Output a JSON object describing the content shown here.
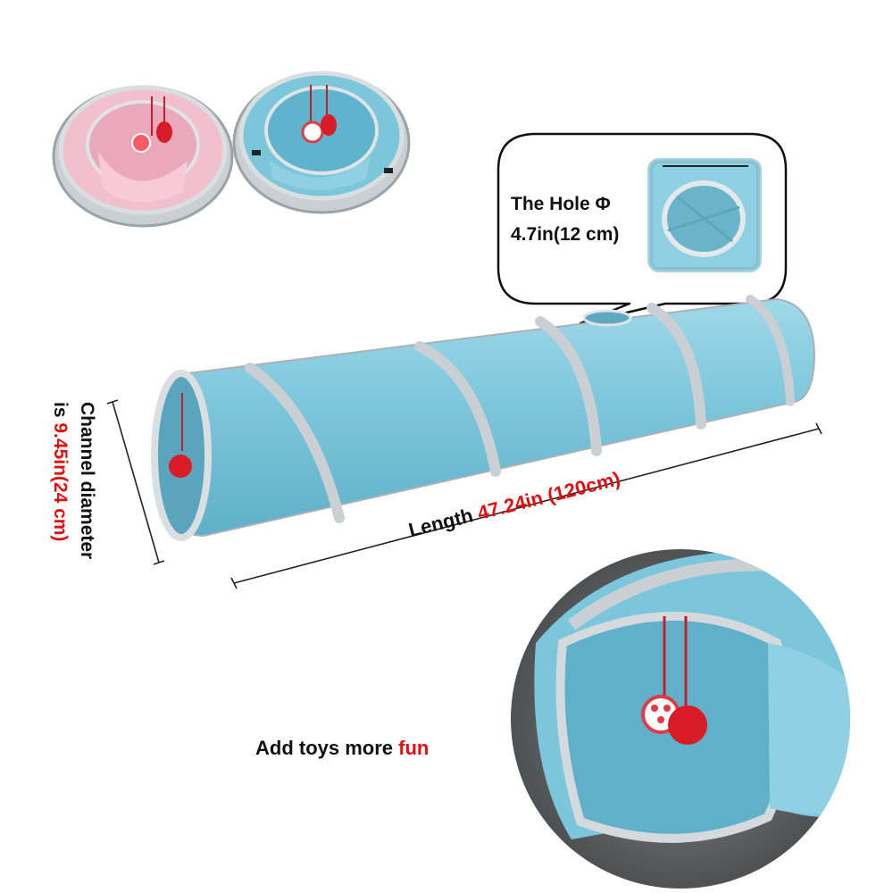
{
  "callout": {
    "line1": "The Hole Φ",
    "line2": "4.7in(12 cm)"
  },
  "channel": {
    "line1": "Channel diameter",
    "line2_prefix": "is ",
    "line2_value": "9.45in(24 cm)"
  },
  "length": {
    "prefix": "Length ",
    "value": "47.24in (120cm)"
  },
  "toys": {
    "prefix": "Add toys more ",
    "accent": "fun"
  },
  "colors": {
    "accent": "#e01010",
    "tunnel_blue": "#7ec8dc",
    "tunnel_pink": "#f2bfcc",
    "trim_silver": "#c9cfd3",
    "ball_red": "#d8242c"
  }
}
